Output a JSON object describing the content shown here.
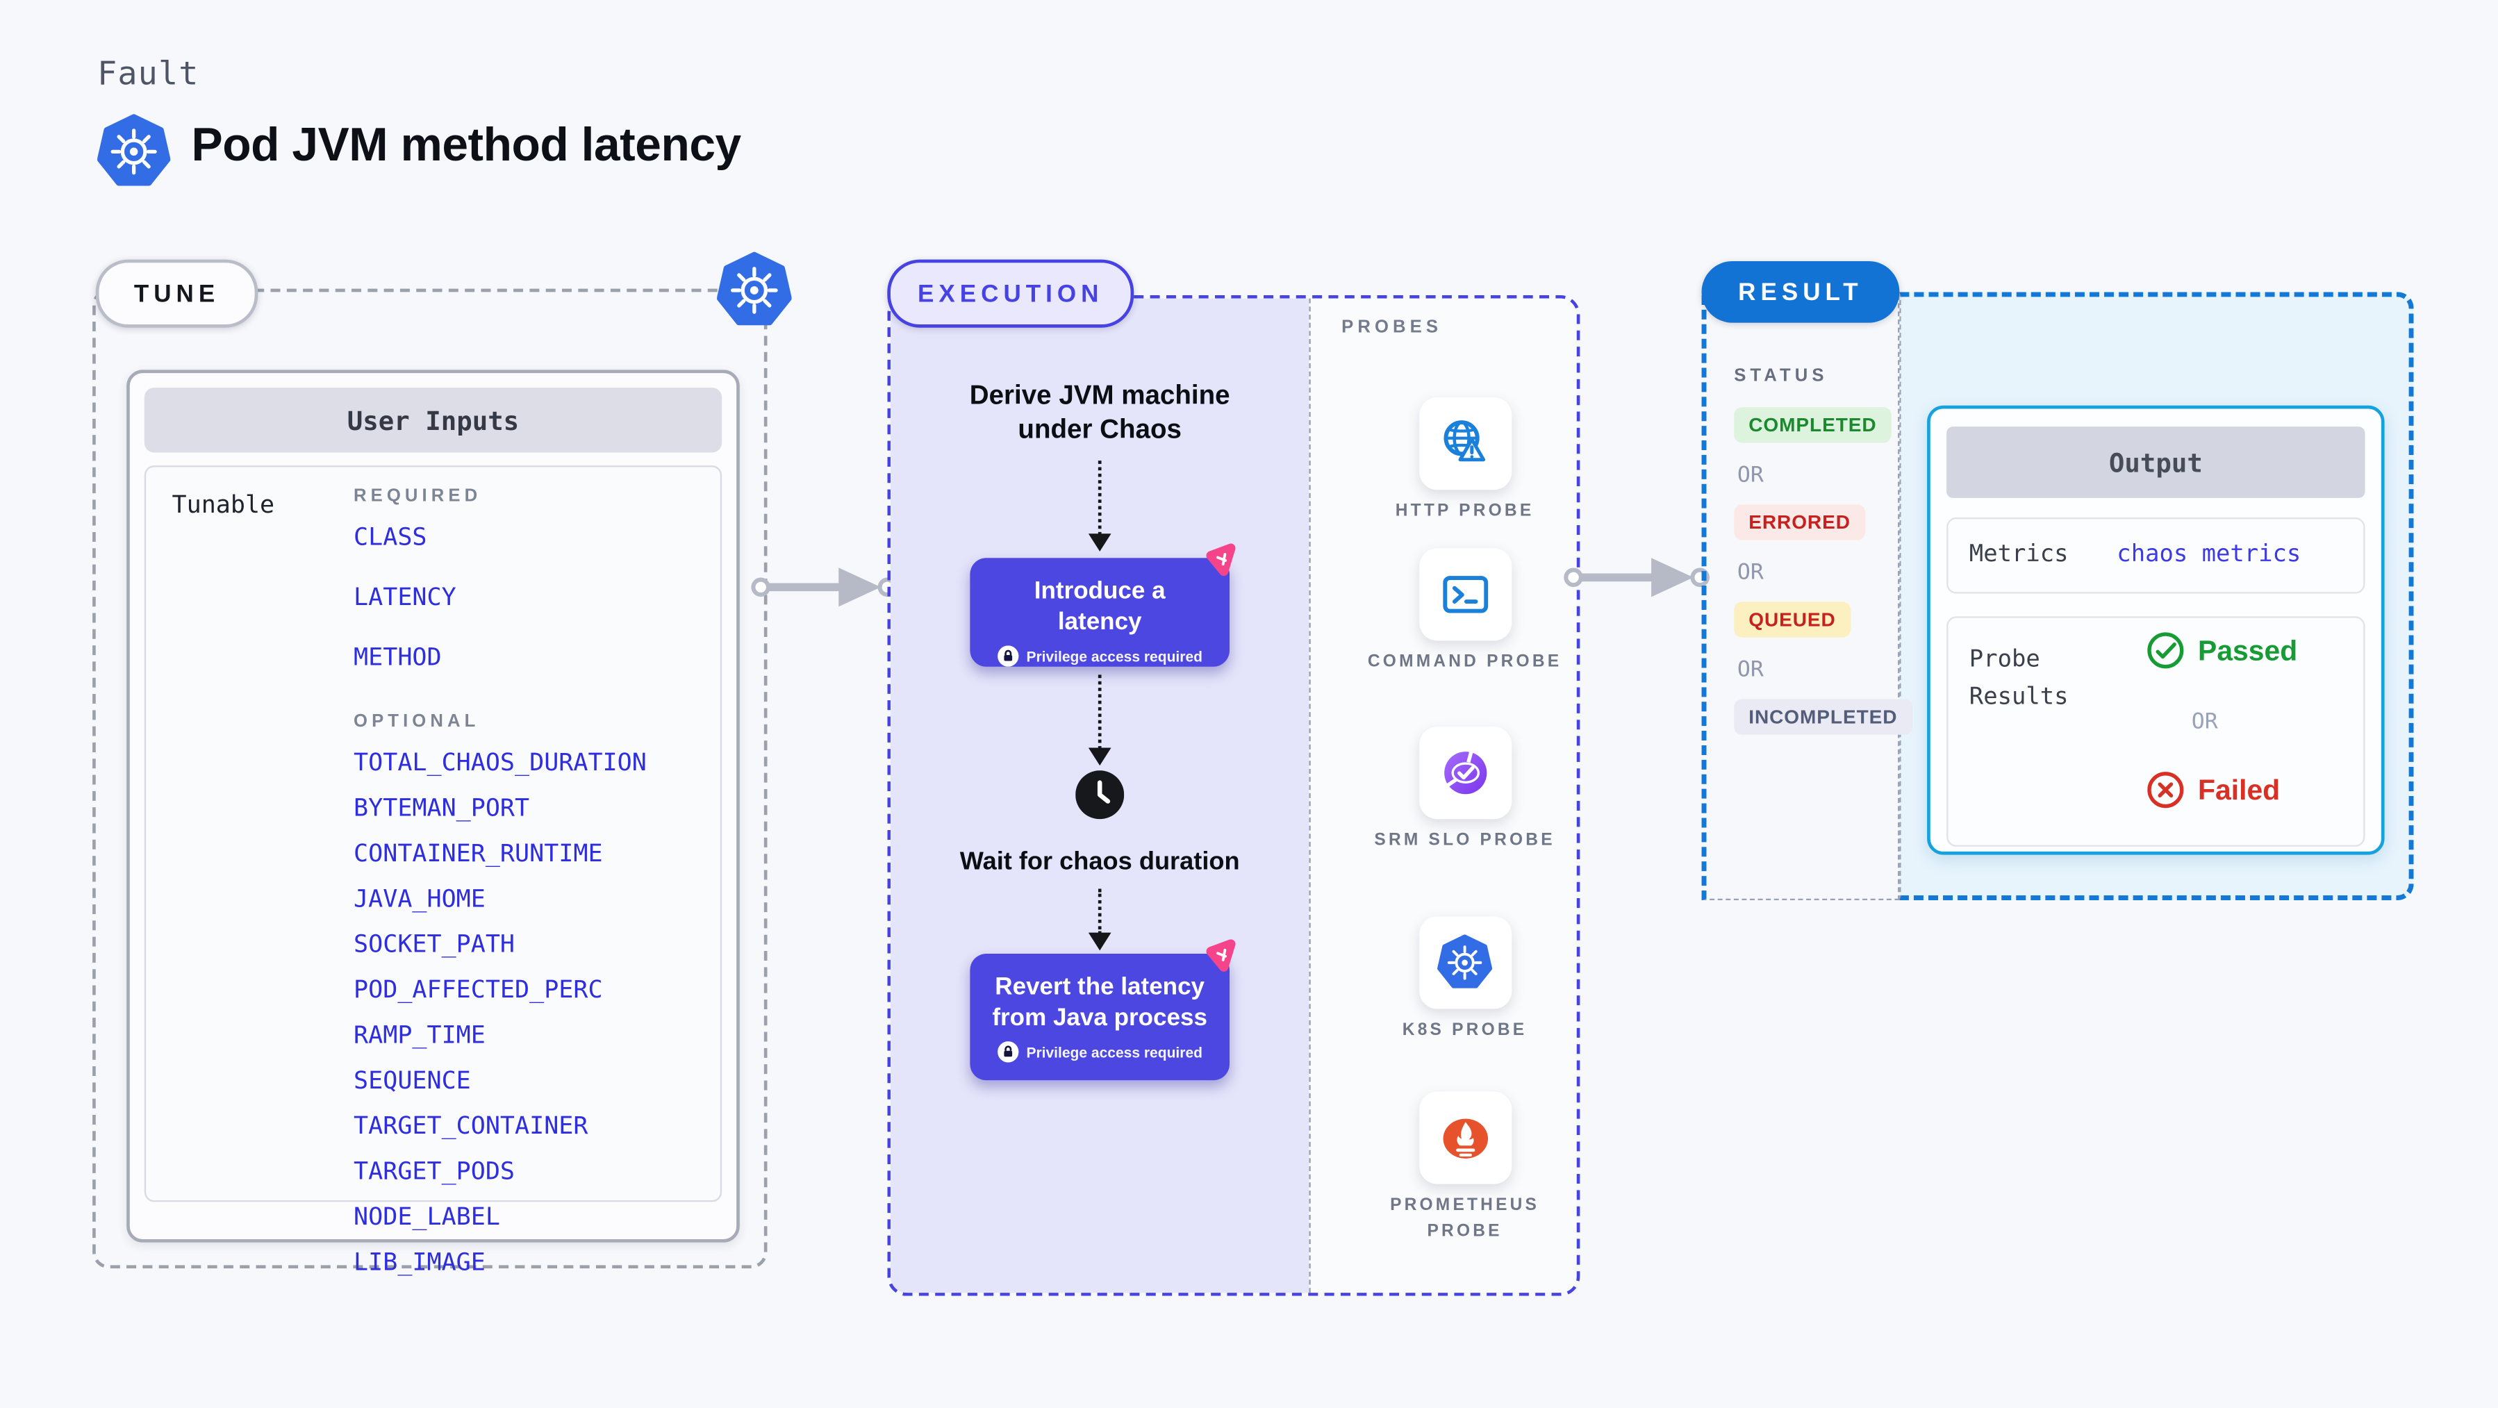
{
  "page": {
    "eyebrow": "Fault",
    "title": "Pod JVM method latency"
  },
  "tune": {
    "pill_label": "TUNE",
    "user_inputs_header": "User Inputs",
    "row_label": "Tunable",
    "required_heading": "REQUIRED",
    "optional_heading": "OPTIONAL",
    "required_inputs": [
      "CLASS",
      "LATENCY",
      "METHOD"
    ],
    "optional_inputs": [
      "TOTAL_CHAOS_DURATION",
      "BYTEMAN_PORT",
      "CONTAINER_RUNTIME",
      "JAVA_HOME",
      "SOCKET_PATH",
      "POD_AFFECTED_PERC",
      "RAMP_TIME",
      "SEQUENCE",
      "TARGET_CONTAINER",
      "TARGET_PODS",
      "NODE_LABEL",
      "LIB_IMAGE"
    ]
  },
  "execution": {
    "pill_label": "EXECUTION",
    "derive_step": "Derive JVM machine under Chaos",
    "inject_node": "Introduce a latency",
    "wait_step": "Wait for chaos duration",
    "revert_node": "Revert the latency from Java process",
    "privilege_note": "Privilege access required"
  },
  "probes": {
    "heading": "PROBES",
    "items": [
      {
        "icon": "http-probe-icon",
        "label": "HTTP PROBE"
      },
      {
        "icon": "command-probe-icon",
        "label": "COMMAND PROBE"
      },
      {
        "icon": "srm-slo-probe-icon",
        "label": "SRM SLO PROBE"
      },
      {
        "icon": "k8s-probe-icon",
        "label": "K8S PROBE"
      },
      {
        "icon": "prometheus-probe-icon",
        "label": "PROMETHEUS PROBE"
      }
    ]
  },
  "result": {
    "pill_label": "RESULT",
    "status_heading": "STATUS",
    "or_label": "OR",
    "statuses": [
      {
        "label": "COMPLETED",
        "style": "background:#ddf3dd;color:#1b8a2e"
      },
      {
        "label": "ERRORED",
        "style": "background:#fbe9e8;color:#c5221f"
      },
      {
        "label": "QUEUED",
        "style": "background:#fcefc0;color:#c5221f"
      },
      {
        "label": "INCOMPLETED",
        "style": "background:#e9eaf3;color:#535c78"
      }
    ],
    "output": {
      "header": "Output",
      "metrics_label": "Metrics",
      "metrics_value": "chaos metrics",
      "probe_results_label": "Probe Results",
      "passed_label": "Passed",
      "or_label": "OR",
      "failed_label": "Failed"
    }
  },
  "colors": {
    "accent_indigo": "#4742e2",
    "node_purple": "#4d47e1",
    "result_blue": "#1273d4",
    "output_border": "#16a2dc",
    "link_blue": "#2f2edf",
    "passed_green": "#179c35",
    "failed_red": "#d93025",
    "kubernetes_blue": "#326de6",
    "prometheus_orange": "#e6522c",
    "chaos_pink": "#f6448b"
  }
}
